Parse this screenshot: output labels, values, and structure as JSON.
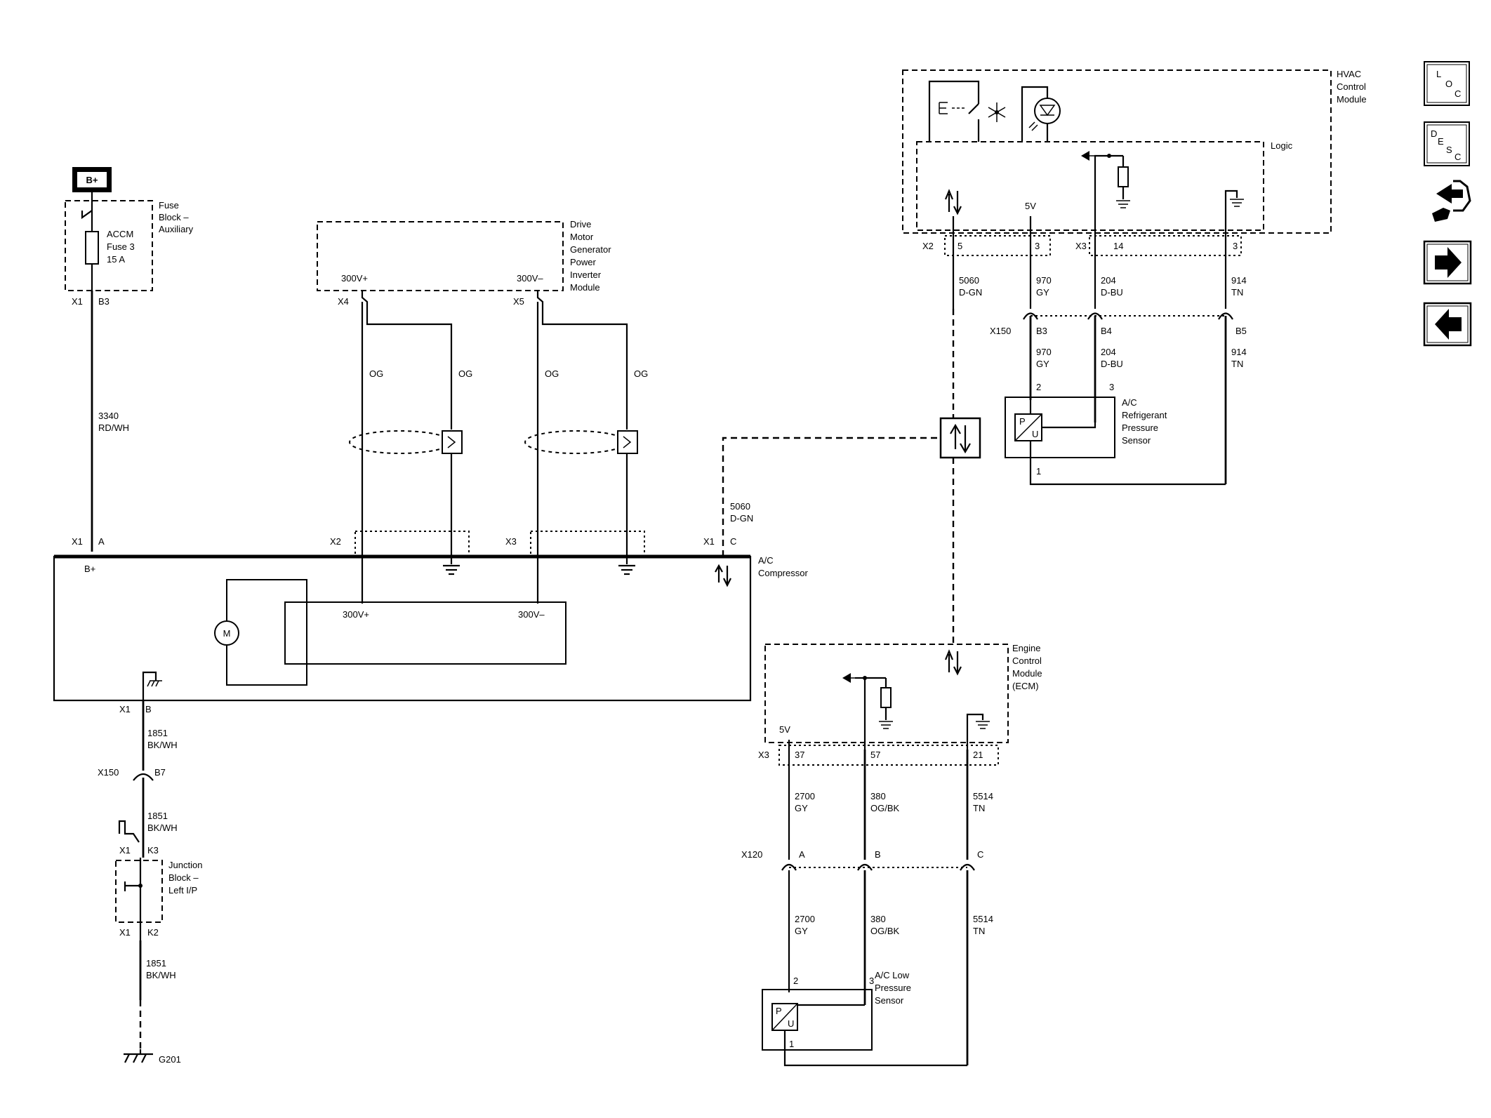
{
  "source": {
    "label": "B+"
  },
  "fuse_block": {
    "title_lines": [
      "Fuse",
      "Block –",
      "Auxiliary"
    ],
    "fuse_lines": [
      "ACCM",
      "Fuse 3",
      "15 A"
    ],
    "conn": "X1",
    "pin": "B3"
  },
  "wire_3340": {
    "num": "3340",
    "color": "RD/WH"
  },
  "inverter": {
    "title_lines": [
      "Drive",
      "Motor",
      "Generator",
      "Power",
      "Inverter",
      "Module"
    ],
    "pos_label": "300V+",
    "neg_label": "300V–",
    "conn_pos": "X4",
    "conn_neg": "X5",
    "wire_color": "OG"
  },
  "compressor": {
    "title_lines": [
      "A/C",
      "Compressor"
    ],
    "bplus": "B+",
    "motor": "M",
    "inner_pos": "300V+",
    "inner_neg": "300V–",
    "conn_x1": "X1",
    "pin_a": "A",
    "conn_x2": "X2",
    "conn_x3": "X3",
    "pin_c": "C",
    "pin_b": "B"
  },
  "wire_5060_left": {
    "num": "5060",
    "color": "D-GN"
  },
  "ground_path": {
    "wire_num": "1851",
    "wire_color": "BK/WH",
    "x150": "X150",
    "x150_pin": "B7",
    "jb_title_lines": [
      "Junction",
      "Block –",
      "Left I/P"
    ],
    "x1": "X1",
    "k3": "K3",
    "k2": "K2",
    "ground": "G201"
  },
  "hvac": {
    "title_lines": [
      "HVAC",
      "Control",
      "Module"
    ],
    "logic": "Logic",
    "five_v": "5V",
    "x2": "X2",
    "x2_pin5": "5",
    "x2_pin3": "3",
    "x3": "X3",
    "x3_pin14": "14",
    "x3_pin3": "3",
    "wires": [
      {
        "num": "5060",
        "color": "D-GN"
      },
      {
        "num": "970",
        "color": "GY"
      },
      {
        "num": "204",
        "color": "D-BU"
      },
      {
        "num": "914",
        "color": "TN"
      }
    ],
    "x150": "X150",
    "pin_b3": "B3",
    "pin_b4": "B4",
    "pin_b5": "B5"
  },
  "hp_sensor": {
    "title_lines": [
      "A/C",
      "Refrigerant",
      "Pressure",
      "Sensor"
    ],
    "pin2": "2",
    "pin3": "3",
    "pin1": "1",
    "wires": [
      {
        "num": "970",
        "color": "GY"
      },
      {
        "num": "204",
        "color": "D-BU"
      },
      {
        "num": "914",
        "color": "TN"
      }
    ],
    "p": "P",
    "u": "U"
  },
  "ecm": {
    "title_lines": [
      "Engine",
      "Control",
      "Module",
      "(ECM)"
    ],
    "five_v": "5V",
    "x3": "X3",
    "pins": [
      "37",
      "57",
      "21"
    ],
    "wires": [
      {
        "num": "2700",
        "color": "GY"
      },
      {
        "num": "380",
        "color": "OG/BK"
      },
      {
        "num": "5514",
        "color": "TN"
      }
    ],
    "x120": "X120",
    "x120_pins": [
      "A",
      "B",
      "C"
    ]
  },
  "lp_sensor": {
    "title_lines": [
      "A/C Low",
      "Pressure",
      "Sensor"
    ],
    "pin2": "2",
    "pin3": "3",
    "pin1": "1",
    "p": "P",
    "u": "U"
  },
  "nav": {
    "loc": [
      "L",
      "O",
      "C"
    ],
    "desc": [
      "D",
      "E",
      "S",
      "C"
    ],
    "icons": [
      "connector-view-icon",
      "next-page-icon",
      "previous-page-icon"
    ]
  }
}
